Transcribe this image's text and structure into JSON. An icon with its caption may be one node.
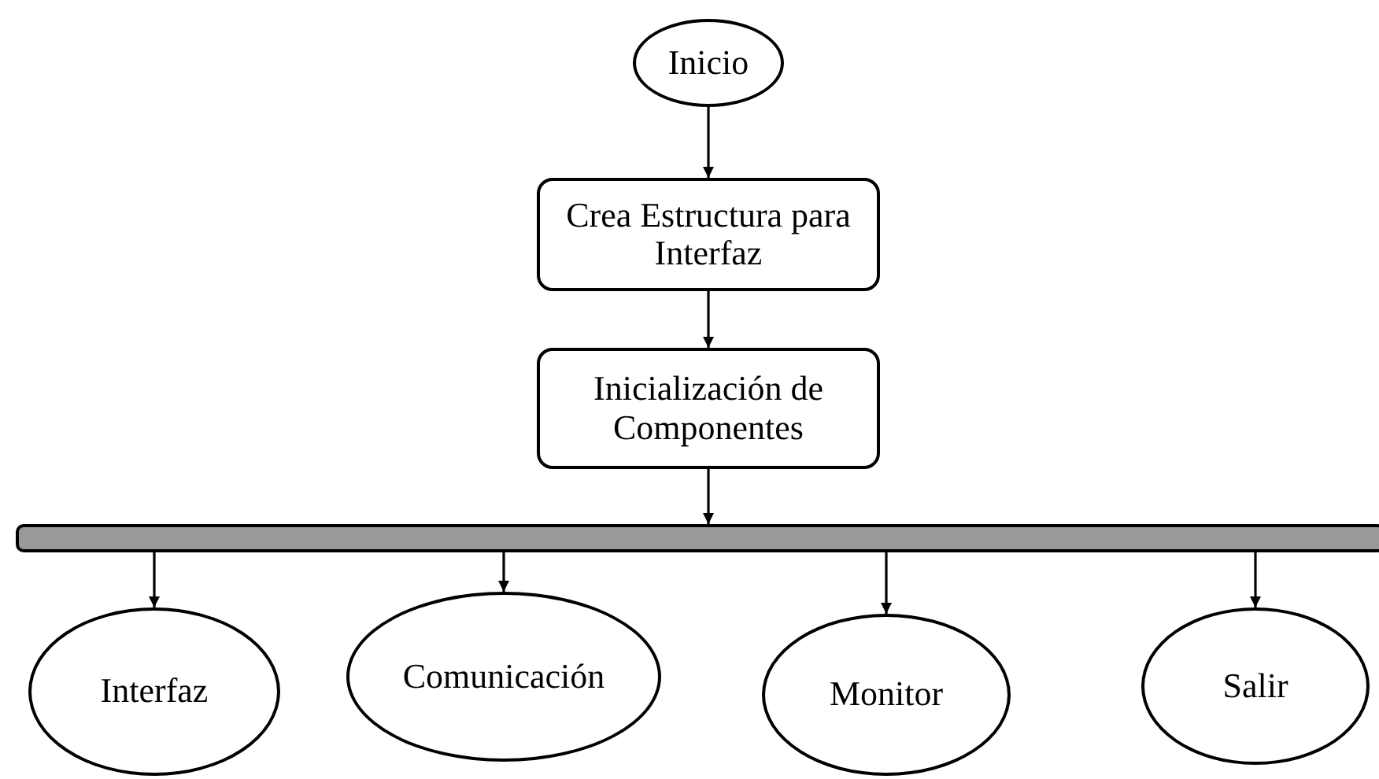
{
  "diagram": {
    "nodes": [
      {
        "text": [
          "Inicio"
        ]
      },
      {
        "text": [
          "Crea Estructura para Interfaz"
        ]
      },
      {
        "text": [
          "Inicialización de Componentes"
        ]
      },
      {
        "text": [],
        "shape": "bar"
      },
      {
        "text": [
          "Interfaz"
        ]
      },
      {
        "text": [
          "Comunicación"
        ]
      },
      {
        "text": [
          "Monitor"
        ]
      },
      {
        "text": [
          "Salir"
        ]
      }
    ],
    "edges": [
      {
        "from": 0,
        "to": 1,
        "arrow": "to"
      },
      {
        "from": 1,
        "to": 2,
        "arrow": "to"
      },
      {
        "from": 2,
        "to": 3,
        "arrow": "to"
      },
      {
        "from": 3,
        "to": 4,
        "arrow": "to"
      },
      {
        "from": 3,
        "to": 5,
        "arrow": "to"
      },
      {
        "from": 3,
        "to": 6,
        "arrow": "to"
      },
      {
        "from": 3,
        "to": 7,
        "arrow": "to"
      }
    ]
  }
}
